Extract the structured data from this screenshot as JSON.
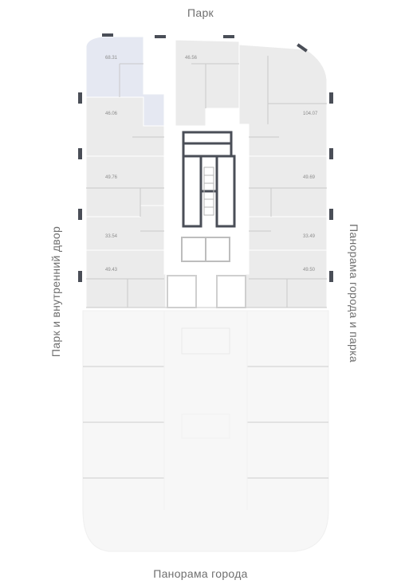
{
  "view_labels": {
    "top": "Парк",
    "bottom": "Панорама города",
    "left": "Парк и внутренний двор",
    "right": "Панорама города и парка"
  },
  "apartments": [
    {
      "id": "apt-1",
      "area": "68.31",
      "selected": true
    },
    {
      "id": "apt-2",
      "area": "46.56",
      "selected": false
    },
    {
      "id": "apt-3",
      "area": "46.06",
      "selected": false
    },
    {
      "id": "apt-4",
      "area": "104.07",
      "selected": false
    },
    {
      "id": "apt-5",
      "area": "49.76",
      "selected": false
    },
    {
      "id": "apt-6",
      "area": "49.69",
      "selected": false
    },
    {
      "id": "apt-7",
      "area": "33.54",
      "selected": false
    },
    {
      "id": "apt-8",
      "area": "33.49",
      "selected": false
    },
    {
      "id": "apt-9",
      "area": "49.43",
      "selected": false
    },
    {
      "id": "apt-10",
      "area": "49.50",
      "selected": false
    }
  ],
  "colors": {
    "apartment_fill": "#ebebeb",
    "selected_fill": "#e5e8f2",
    "core_walls": "#4a4e57",
    "label_text": "#6f6f6f"
  }
}
